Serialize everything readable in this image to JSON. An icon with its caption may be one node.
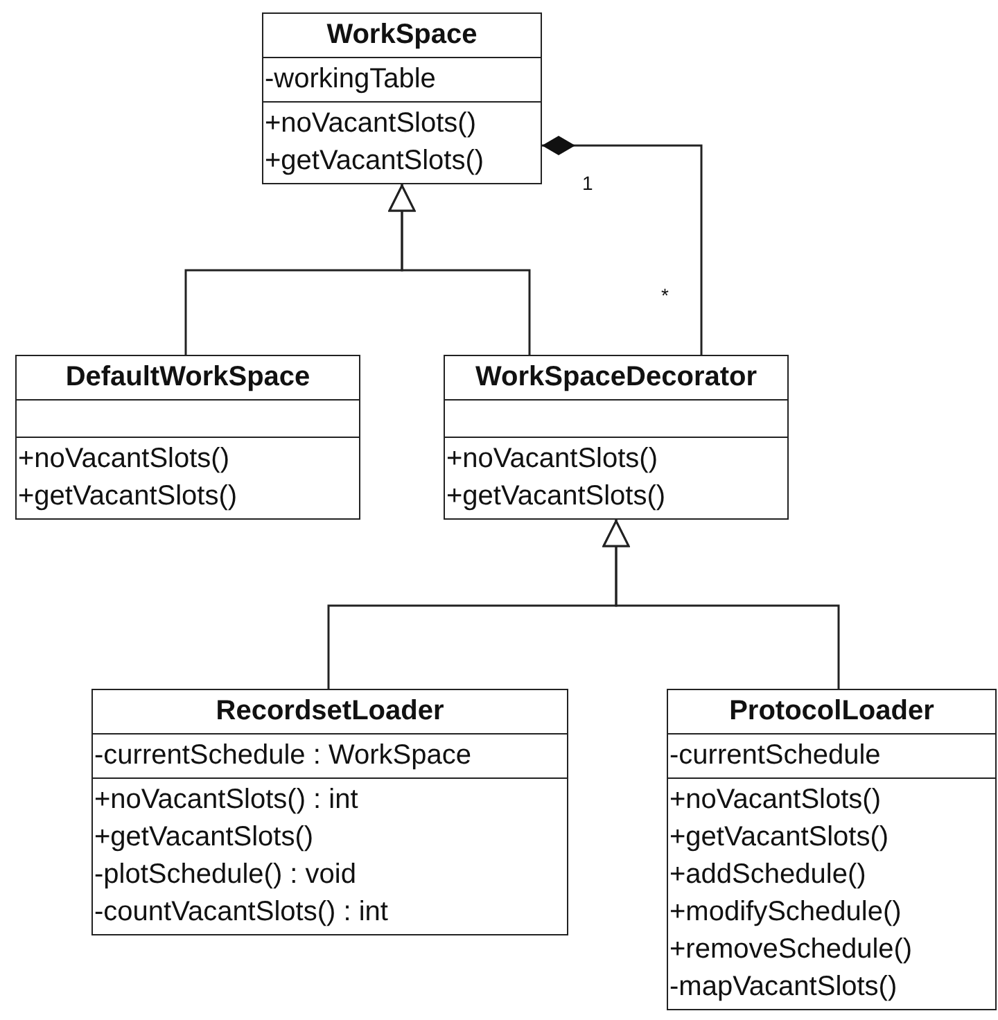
{
  "diagram": {
    "nodes": [
      {
        "text": [
          "WorkSpace",
          "-workingTable",
          "+noVacantSlots()",
          "+getVacantSlots()"
        ]
      },
      {
        "text": [
          "DefaultWorkSpace",
          "+noVacantSlots()",
          "+getVacantSlots()"
        ]
      },
      {
        "text": [
          "WorkSpaceDecorator",
          "+noVacantSlots()",
          "+getVacantSlots()"
        ]
      },
      {
        "text": [
          "RecordsetLoader",
          "-currentSchedule : WorkSpace",
          "+noVacantSlots() : int",
          "+getVacantSlots()",
          "-plotSchedule() : void",
          "-countVacantSlots() : int"
        ]
      },
      {
        "text": [
          "ProtocolLoader",
          "-currentSchedule",
          "+noVacantSlots()",
          "+getVacantSlots()",
          "+addSchedule()",
          "+modifySchedule()",
          "+removeSchedule()",
          "-mapVacantSlots()"
        ]
      }
    ],
    "edges": [
      {
        "from": 1,
        "to": 0,
        "arrow": "to"
      },
      {
        "from": 2,
        "to": 0,
        "arrow": "to"
      },
      {
        "from": 0,
        "to": 2,
        "arrow": "other"
      },
      {
        "from": 3,
        "to": 2,
        "arrow": "to"
      },
      {
        "from": 4,
        "to": 2,
        "arrow": "to"
      }
    ],
    "labels": [
      "1",
      "*"
    ]
  }
}
